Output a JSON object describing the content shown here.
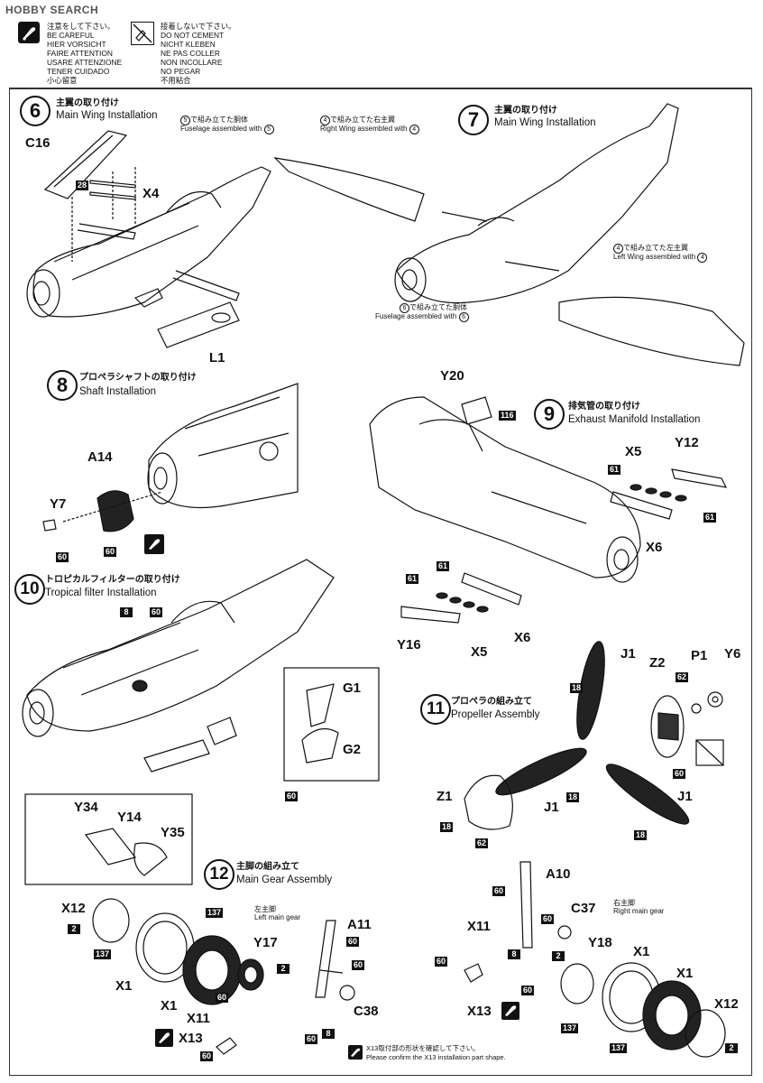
{
  "watermark": "HOBBY SEARCH",
  "caution": {
    "careful": [
      "注意をして下さい。",
      "BE CAREFUL",
      "HIER VORSICHT",
      "FAIRE ATTENTION",
      "USARE ATTENZIONE",
      "TENER CUIDADO",
      "小心留意"
    ],
    "no_cement": [
      "接着しないで下さい。",
      "DO NOT CEMENT",
      "NICHT KLEBEN",
      "NE PAS COLLER",
      "NON INCOLLARE",
      "NO PEGAR",
      "不用粘合"
    ]
  },
  "steps": {
    "s6": {
      "num": "6",
      "jp": "主翼の取り付け",
      "en": "Main Wing Installation",
      "note_jp": "で組み立てた胴体",
      "note_en": "Fuselage assembled with",
      "ref": "5",
      "parts": [
        "C16",
        "28",
        "X4",
        "L1"
      ]
    },
    "s7": {
      "num": "7",
      "jp": "主翼の取り付け",
      "en": "Main Wing Installation",
      "right_jp": "で組み立てた右主翼",
      "right_en": "Right Wing assembled with",
      "right_ref": "4",
      "left_jp": "で組み立てた左主翼",
      "left_en": "Left Wing assembled with",
      "left_ref": "4",
      "fus_jp": "で組み立てた胴体",
      "fus_en": "Fuselage assembled with",
      "fus_ref": "6"
    },
    "s8": {
      "num": "8",
      "jp": "プロペラシャフトの取り付け",
      "en": "Shaft Installation",
      "parts": [
        "A14",
        "Y7",
        "60",
        "60"
      ]
    },
    "s9": {
      "num": "9",
      "jp": "排気管の取り付け",
      "en": "Exhaust Manifold Installation",
      "parts": [
        "Y20",
        "116",
        "X5",
        "Y12",
        "61",
        "61",
        "X6",
        "61",
        "X6",
        "Y16",
        "X5"
      ]
    },
    "s10": {
      "num": "10",
      "jp": "トロピカルフィルターの取り付け",
      "en": "Tropical filter Installation",
      "parts": [
        "8",
        "60",
        "G1",
        "G2",
        "60",
        "Y34",
        "Y14",
        "Y35"
      ]
    },
    "s11": {
      "num": "11",
      "jp": "プロペラの組み立て",
      "en": "Propeller Assembly",
      "parts": [
        "J1",
        "18",
        "Z2",
        "62",
        "P1",
        "Y6",
        "60",
        "J1",
        "18",
        "J1",
        "18",
        "Z1",
        "18",
        "62"
      ]
    },
    "s12": {
      "num": "12",
      "jp": "主脚の組み立て",
      "en": "Main Gear Assembly",
      "left_jp": "左主脚",
      "left_en": "Left main gear",
      "right_jp": "右主脚",
      "right_en": "Right main gear",
      "parts_left": [
        "X12",
        "2",
        "137",
        "137",
        "X1",
        "X1",
        "Y17",
        "2",
        "A11",
        "60",
        "60",
        "X11",
        "60",
        "C38",
        "X13",
        "60",
        "8"
      ],
      "parts_right": [
        "A10",
        "60",
        "C37",
        "X11",
        "60",
        "60",
        "8",
        "2",
        "Y18",
        "X1",
        "X1",
        "X12",
        "X13",
        "60",
        "137",
        "137",
        "2"
      ],
      "footnote_jp": "X13取付部の形状を確認して下さい。",
      "footnote_en": "Please confirm the X13 installation part shape."
    }
  }
}
